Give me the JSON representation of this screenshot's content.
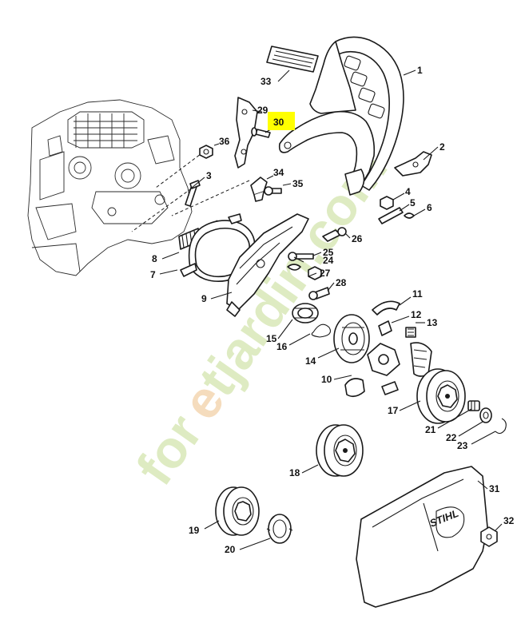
{
  "callouts": [
    {
      "id": "1",
      "label": "1"
    },
    {
      "id": "2",
      "label": "2"
    },
    {
      "id": "3",
      "label": "3"
    },
    {
      "id": "4",
      "label": "4"
    },
    {
      "id": "5",
      "label": "5"
    },
    {
      "id": "6",
      "label": "6"
    },
    {
      "id": "7",
      "label": "7"
    },
    {
      "id": "8",
      "label": "8"
    },
    {
      "id": "9",
      "label": "9"
    },
    {
      "id": "10",
      "label": "10"
    },
    {
      "id": "11",
      "label": "11"
    },
    {
      "id": "12",
      "label": "12"
    },
    {
      "id": "13",
      "label": "13"
    },
    {
      "id": "14",
      "label": "14"
    },
    {
      "id": "15",
      "label": "15"
    },
    {
      "id": "16",
      "label": "16"
    },
    {
      "id": "17",
      "label": "17"
    },
    {
      "id": "18",
      "label": "18"
    },
    {
      "id": "19",
      "label": "19"
    },
    {
      "id": "20",
      "label": "20"
    },
    {
      "id": "21",
      "label": "21"
    },
    {
      "id": "22",
      "label": "22"
    },
    {
      "id": "23",
      "label": "23"
    },
    {
      "id": "24",
      "label": "24"
    },
    {
      "id": "25",
      "label": "25"
    },
    {
      "id": "26",
      "label": "26"
    },
    {
      "id": "27",
      "label": "27"
    },
    {
      "id": "28",
      "label": "28"
    },
    {
      "id": "29",
      "label": "29"
    },
    {
      "id": "30",
      "label": "30"
    },
    {
      "id": "31",
      "label": "31"
    },
    {
      "id": "32",
      "label": "32"
    },
    {
      "id": "33",
      "label": "33"
    },
    {
      "id": "34",
      "label": "34"
    },
    {
      "id": "35",
      "label": "35"
    },
    {
      "id": "36",
      "label": "36"
    }
  ],
  "highlighted_part": "30",
  "highlight_color": "#ffff00",
  "cover_brand_text": "STIHL",
  "watermark": {
    "text": "foretjardin.com",
    "color_green": "#d6e6b3",
    "color_orange": "#f3d6b0"
  }
}
